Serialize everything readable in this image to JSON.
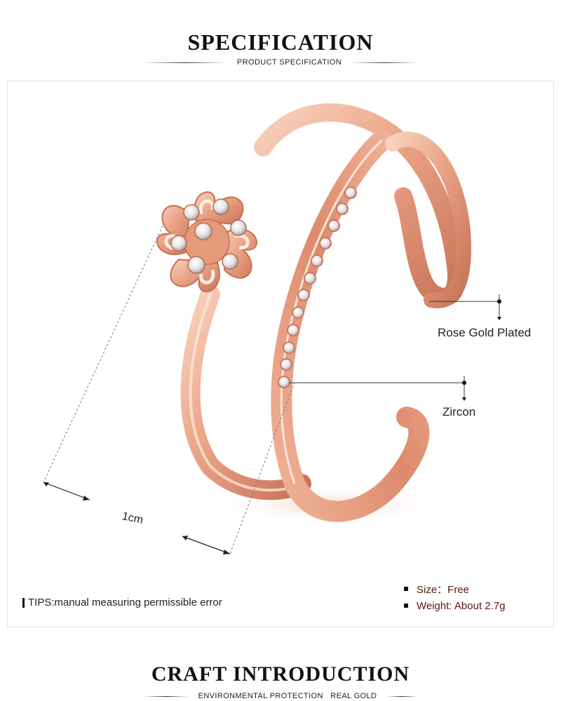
{
  "header": {
    "title": "SPECIFICATION",
    "subtitle": "PRODUCT SPECIFICATION"
  },
  "callouts": {
    "plating": "Rose Gold Plated",
    "stone": "Zircon"
  },
  "measurement": {
    "label": "1cm"
  },
  "tips": {
    "text": "TIPS:manual measuring permissible error"
  },
  "specs": {
    "size": "Size：Free",
    "weight": "Weight: About 2.7g"
  },
  "footer": {
    "title": "CRAFT INTRODUCTION",
    "subtitle": "ENVIRONMENTAL PROTECTION   REAL GOLD"
  },
  "colors": {
    "rose_gold_light": "#f6c7b0",
    "rose_gold_mid": "#e79778",
    "rose_gold_dark": "#b8614a",
    "spec_text": "#5a1a0e"
  },
  "icons": {
    "callout_marker": "circle-dot-icon",
    "spec_bullet": "square-bullet-icon"
  }
}
